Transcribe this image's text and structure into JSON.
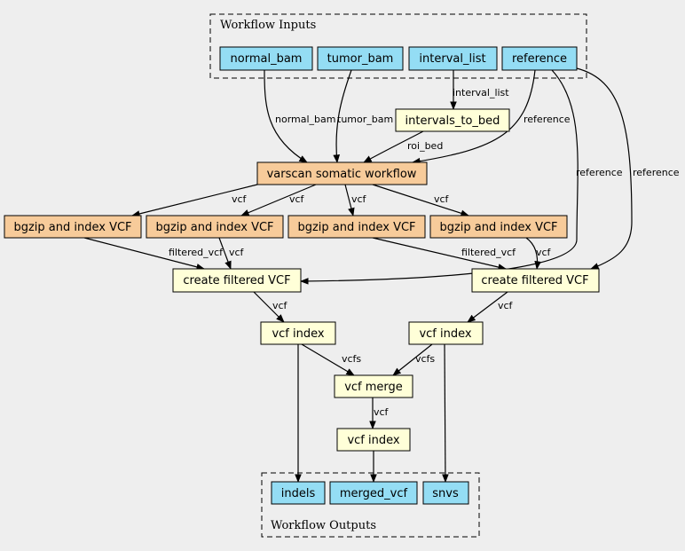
{
  "clusters": {
    "inputs_label": "Workflow Inputs",
    "outputs_label": "Workflow Outputs"
  },
  "colors": {
    "io": "#94ddf4",
    "step": "#ffffd8",
    "subworkflow": "#f7cb9a",
    "background": "#eeeeee"
  },
  "nodes": {
    "normal_bam": "normal_bam",
    "tumor_bam": "tumor_bam",
    "interval_list": "interval_list",
    "reference": "reference",
    "intervals_to_bed": "intervals_to_bed",
    "varscan": "varscan somatic workflow",
    "bgzip1": "bgzip and index VCF",
    "bgzip2": "bgzip and index VCF",
    "bgzip3": "bgzip and index VCF",
    "bgzip4": "bgzip and index VCF",
    "filter1": "create filtered VCF",
    "filter2": "create filtered VCF",
    "index1": "vcf index",
    "index2": "vcf index",
    "merge": "vcf merge",
    "index3": "vcf index",
    "indels": "indels",
    "merged_vcf": "merged_vcf",
    "snvs": "snvs"
  },
  "edges": {
    "interval_list": "interval_list",
    "normal_bam": "normal_bam",
    "tumor_bam": "tumor_bam",
    "reference_a": "reference",
    "reference_b": "reference",
    "reference_c": "reference",
    "roi_bed": "roi_bed",
    "vcf_1": "vcf",
    "vcf_2": "vcf",
    "vcf_3": "vcf",
    "vcf_4": "vcf",
    "filtered_vcf_1": "filtered_vcf",
    "vcf_5": "vcf",
    "filtered_vcf_2": "filtered_vcf",
    "vcf_6": "vcf",
    "vcf_7": "vcf",
    "vcf_8": "vcf",
    "vcfs_1": "vcfs",
    "vcfs_2": "vcfs",
    "vcf_9": "vcf"
  }
}
